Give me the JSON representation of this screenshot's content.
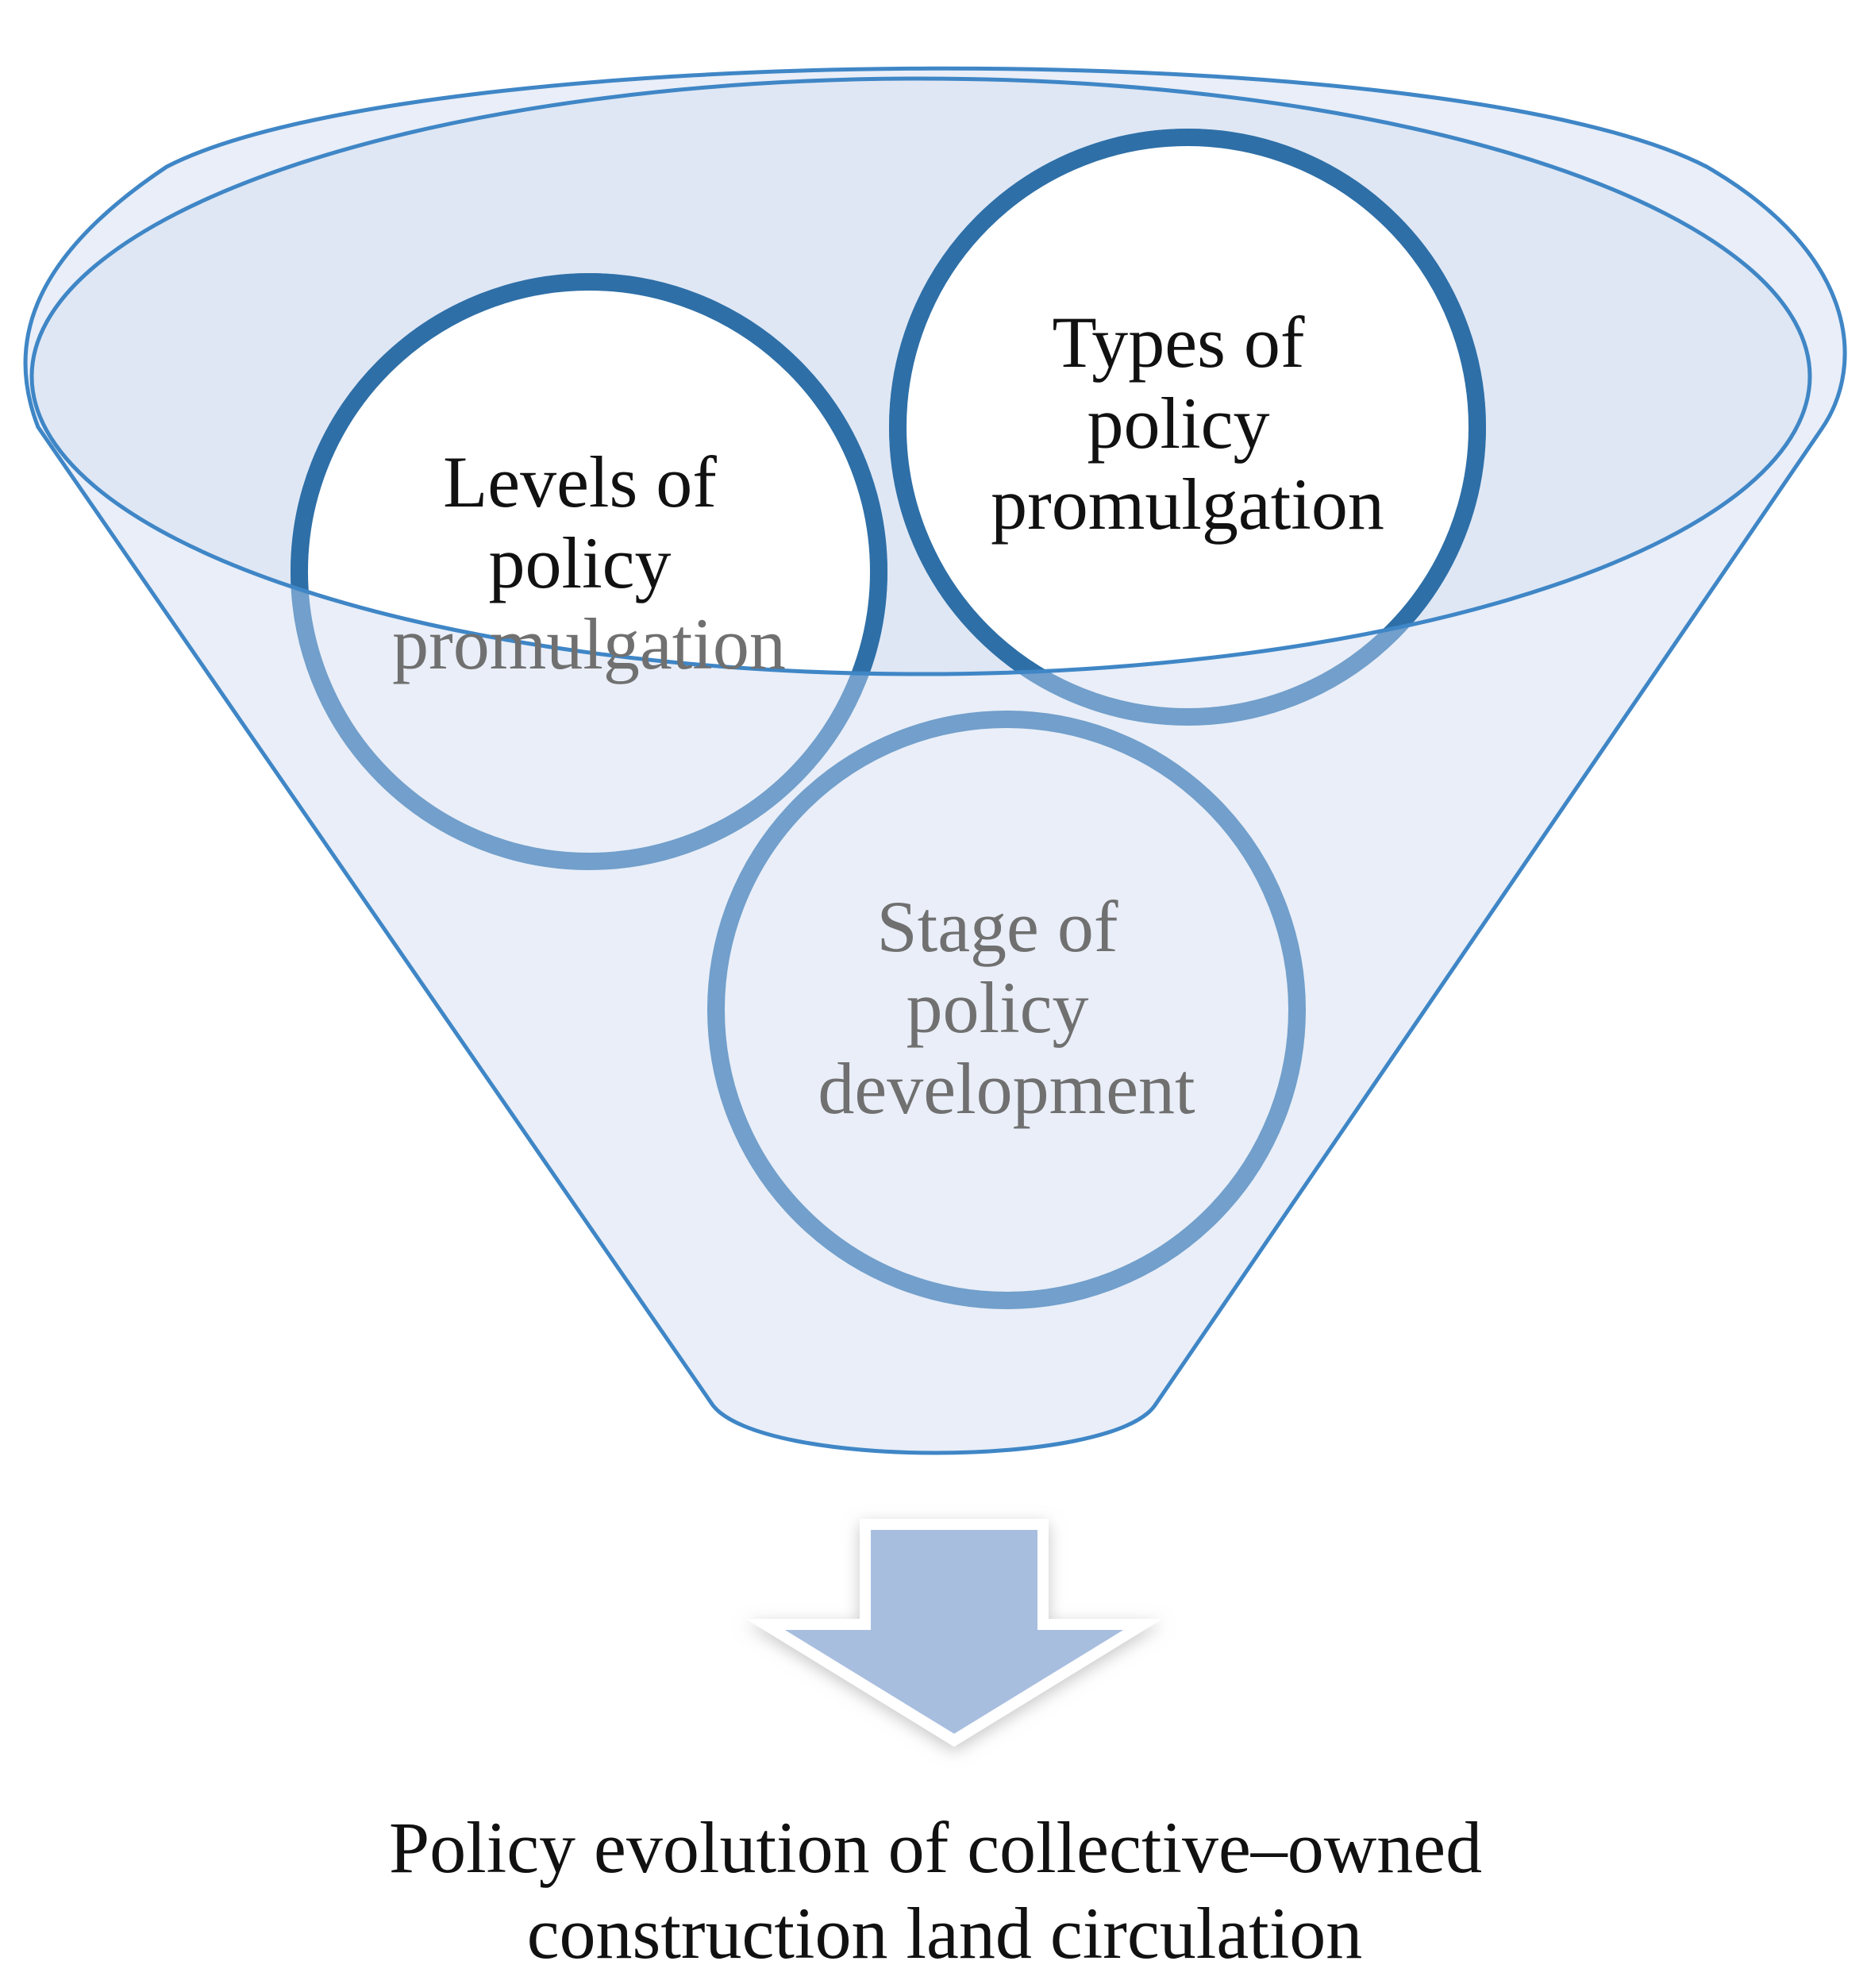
{
  "funnel": {
    "items": [
      {
        "id": "levels",
        "lines": [
          "Levels of",
          "policy",
          "promulgation"
        ]
      },
      {
        "id": "types",
        "lines": [
          "Types of",
          "policy",
          "promulgation"
        ]
      },
      {
        "id": "stage",
        "lines": [
          "Stage of",
          "policy",
          "development"
        ]
      }
    ]
  },
  "output": {
    "lines": [
      "Policy evolution of collective–owned",
      "construction land circulation"
    ]
  },
  "colors": {
    "funnel_fill": "#e9eef8",
    "funnel_stroke": "#3f86c6",
    "rim_fill": "#dfe7f4",
    "circle_front_stroke": "#2e6fa7",
    "circle_back_stroke": "#729fcb",
    "circle_fill_white": "#ffffff",
    "arrow_fill": "#a8bedf",
    "text_dark": "#111111",
    "text_muted": "#707070"
  }
}
